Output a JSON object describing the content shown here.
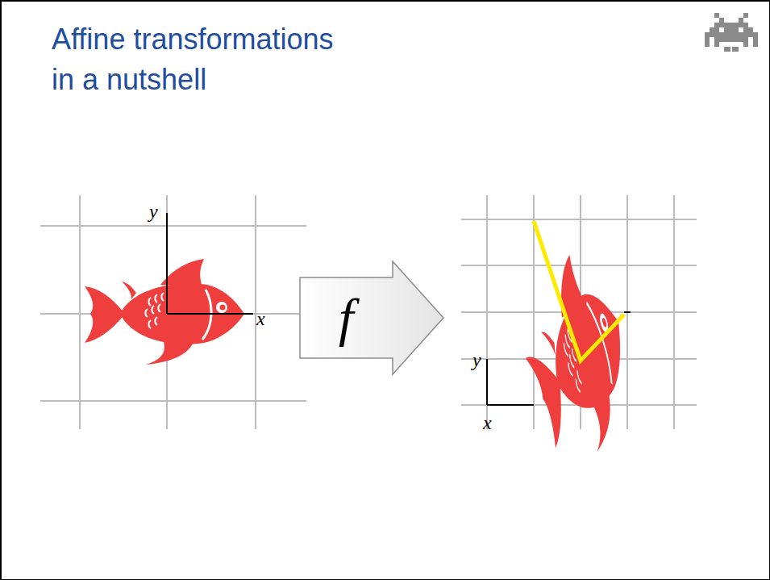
{
  "diagram": {
    "title": "Affine transformations in a nutshell",
    "nodes": [
      {
        "text": [
          "f"
        ]
      }
    ],
    "labels": [
      "y",
      "x",
      "y",
      "x"
    ]
  }
}
